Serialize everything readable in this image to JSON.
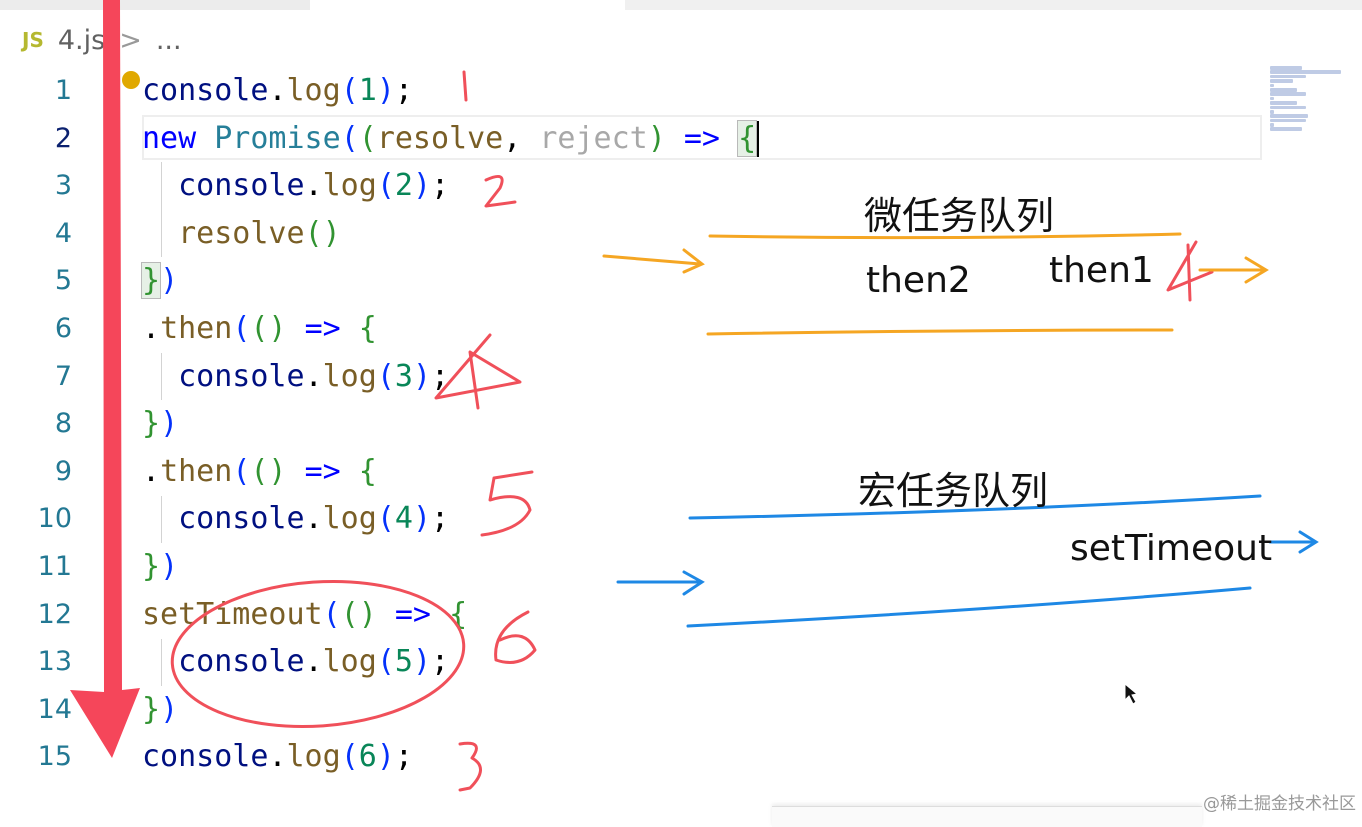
{
  "breadcrumb": {
    "lang_icon": "JS",
    "file": "4.js",
    "separator": ">",
    "more": "..."
  },
  "editor": {
    "active_line": 2,
    "line_numbers": [
      "1",
      "2",
      "3",
      "4",
      "5",
      "6",
      "7",
      "8",
      "9",
      "10",
      "11",
      "12",
      "13",
      "14",
      "15"
    ],
    "lines": [
      [
        [
          "console",
          "var"
        ],
        [
          ".",
          "txt"
        ],
        [
          "log",
          "fn"
        ],
        [
          "(",
          "p"
        ],
        [
          "1",
          "num"
        ],
        [
          ")",
          "p"
        ],
        [
          ";",
          "txt"
        ]
      ],
      [
        [
          "new",
          "kw"
        ],
        [
          " ",
          "txt"
        ],
        [
          "Promise",
          "cls"
        ],
        [
          "(",
          "p"
        ],
        [
          "(",
          "br"
        ],
        [
          "resolve",
          "fn"
        ],
        [
          ", ",
          "txt"
        ],
        [
          "reject",
          "dim"
        ],
        [
          ")",
          "br"
        ],
        [
          " ",
          "txt"
        ],
        [
          "=>",
          "kw"
        ],
        [
          " ",
          "txt"
        ],
        [
          "{",
          "brk"
        ]
      ],
      [
        [
          "  console",
          "var"
        ],
        [
          ".",
          "txt"
        ],
        [
          "log",
          "fn"
        ],
        [
          "(",
          "p"
        ],
        [
          "2",
          "num"
        ],
        [
          ")",
          "p"
        ],
        [
          ";",
          "txt"
        ]
      ],
      [
        [
          "  resolve",
          "fn"
        ],
        [
          "()",
          "br"
        ]
      ],
      [
        [
          "}",
          "brk"
        ],
        [
          ")",
          "p"
        ]
      ],
      [
        [
          ".",
          "txt"
        ],
        [
          "then",
          "fn"
        ],
        [
          "(",
          "p"
        ],
        [
          "()",
          "br"
        ],
        [
          " ",
          "txt"
        ],
        [
          "=>",
          "kw"
        ],
        [
          " ",
          "txt"
        ],
        [
          "{",
          "br"
        ]
      ],
      [
        [
          "  console",
          "var"
        ],
        [
          ".",
          "txt"
        ],
        [
          "log",
          "fn"
        ],
        [
          "(",
          "p"
        ],
        [
          "3",
          "num"
        ],
        [
          ")",
          "p"
        ],
        [
          ";",
          "txt"
        ]
      ],
      [
        [
          "}",
          "br"
        ],
        [
          ")",
          "p"
        ]
      ],
      [
        [
          ".",
          "txt"
        ],
        [
          "then",
          "fn"
        ],
        [
          "(",
          "p"
        ],
        [
          "()",
          "br"
        ],
        [
          " ",
          "txt"
        ],
        [
          "=>",
          "kw"
        ],
        [
          " ",
          "txt"
        ],
        [
          "{",
          "br"
        ]
      ],
      [
        [
          "  console",
          "var"
        ],
        [
          ".",
          "txt"
        ],
        [
          "log",
          "fn"
        ],
        [
          "(",
          "p"
        ],
        [
          "4",
          "num"
        ],
        [
          ")",
          "p"
        ],
        [
          ";",
          "txt"
        ]
      ],
      [
        [
          "}",
          "br"
        ],
        [
          ")",
          "p"
        ]
      ],
      [
        [
          "setTimeout",
          "fn"
        ],
        [
          "(",
          "p"
        ],
        [
          "()",
          "br"
        ],
        [
          " ",
          "txt"
        ],
        [
          "=>",
          "kw"
        ],
        [
          " ",
          "txt"
        ],
        [
          "{",
          "br"
        ]
      ],
      [
        [
          "  console",
          "var"
        ],
        [
          ".",
          "txt"
        ],
        [
          "log",
          "fn"
        ],
        [
          "(",
          "p"
        ],
        [
          "5",
          "num"
        ],
        [
          ")",
          "p"
        ],
        [
          ";",
          "txt"
        ]
      ],
      [
        [
          "}",
          "br"
        ],
        [
          ")",
          "p"
        ]
      ],
      [
        [
          "console",
          "var"
        ],
        [
          ".",
          "txt"
        ],
        [
          "log",
          "fn"
        ],
        [
          "(",
          "p"
        ],
        [
          "6",
          "num"
        ],
        [
          ")",
          "p"
        ],
        [
          ";",
          "txt"
        ]
      ]
    ]
  },
  "annotations": {
    "microtask_title": "微任务队列",
    "microtask_items": [
      "then2",
      "then1"
    ],
    "macrotask_title": "宏任务队列",
    "macrotask_items": [
      "setTimeout"
    ],
    "colors": {
      "pen_red": "#f0505a",
      "arrow_red": "#f5465a",
      "microtask": "#f5a623",
      "macrotask": "#1e88e5"
    }
  },
  "watermark": "@稀土掘金技术社区"
}
